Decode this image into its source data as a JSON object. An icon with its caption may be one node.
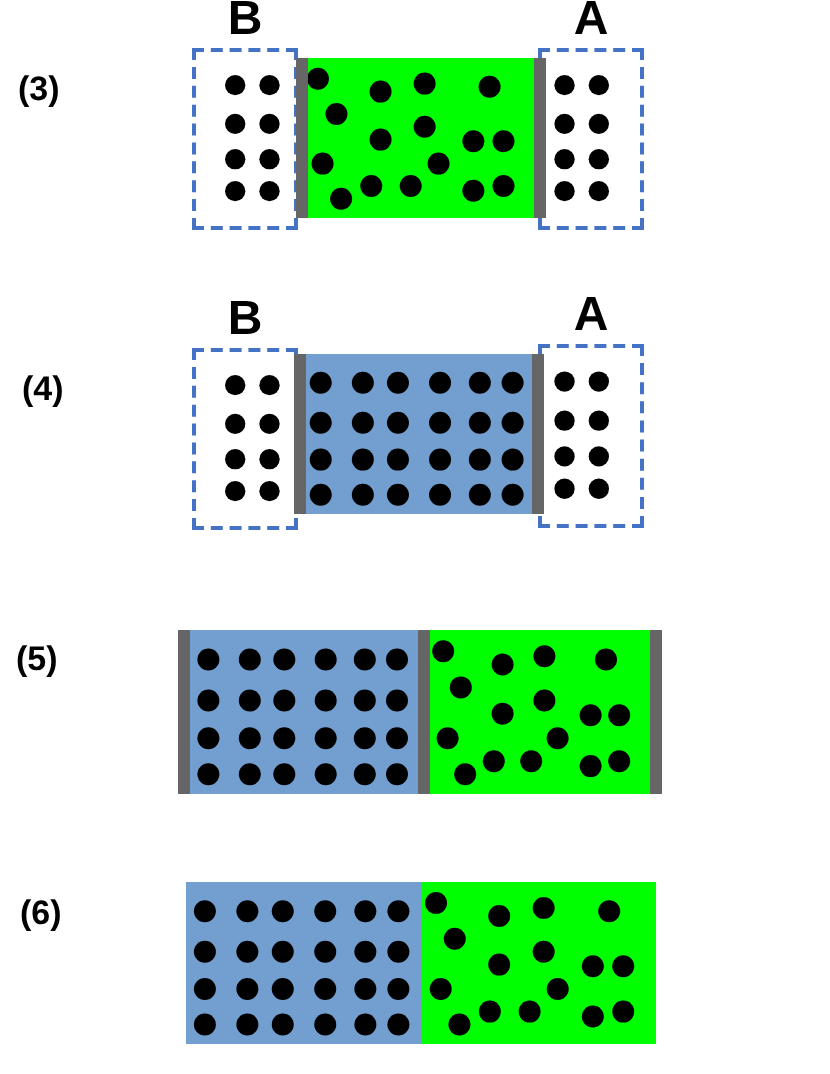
{
  "diagram": {
    "nodes": [
      {
        "text": [
          "B"
        ]
      },
      {
        "text": [],
        "shape": "box"
      },
      {
        "text": [
          "A"
        ]
      },
      {
        "text": [
          "B"
        ]
      },
      {
        "text": [],
        "shape": "box"
      },
      {
        "text": [
          "A"
        ]
      },
      {
        "text": [],
        "shape": "box"
      },
      {
        "text": [],
        "shape": "box"
      },
      {
        "text": [],
        "shape": "box"
      },
      {
        "text": [],
        "shape": "box"
      }
    ],
    "labels": [
      "(3)",
      "(4)",
      "(5)",
      "(6)"
    ]
  }
}
